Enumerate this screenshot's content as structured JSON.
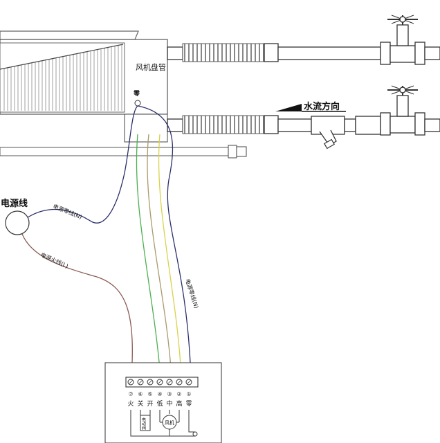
{
  "labels": {
    "fan_coil": "风机盘管",
    "zero_port": "零",
    "port_low": "低",
    "port_mid": "中",
    "port_high": "高",
    "water_flow": "水流方向",
    "power_cable": "电源线",
    "neutral_line": "电源零线(N)",
    "live_line": "电源火线(L)",
    "neutral_line_2": "电源零线(N)"
  },
  "terminal": {
    "numbers": [
      "⑦",
      "⑥",
      "⑤",
      "④",
      "③",
      "②",
      "①"
    ],
    "labels": [
      "火",
      "关",
      "开",
      "低",
      "中",
      "高",
      "零"
    ],
    "valve_box": "电动阀",
    "fan_box": "风机"
  },
  "colors": {
    "line": "#222222",
    "live": "#8a5a55",
    "wire_green": "#4caf50",
    "wire_khaki": "#a89a6a",
    "wire_yellow": "#d9d24a",
    "wire_navy": "#2a2f6a",
    "frame": "#555555"
  }
}
